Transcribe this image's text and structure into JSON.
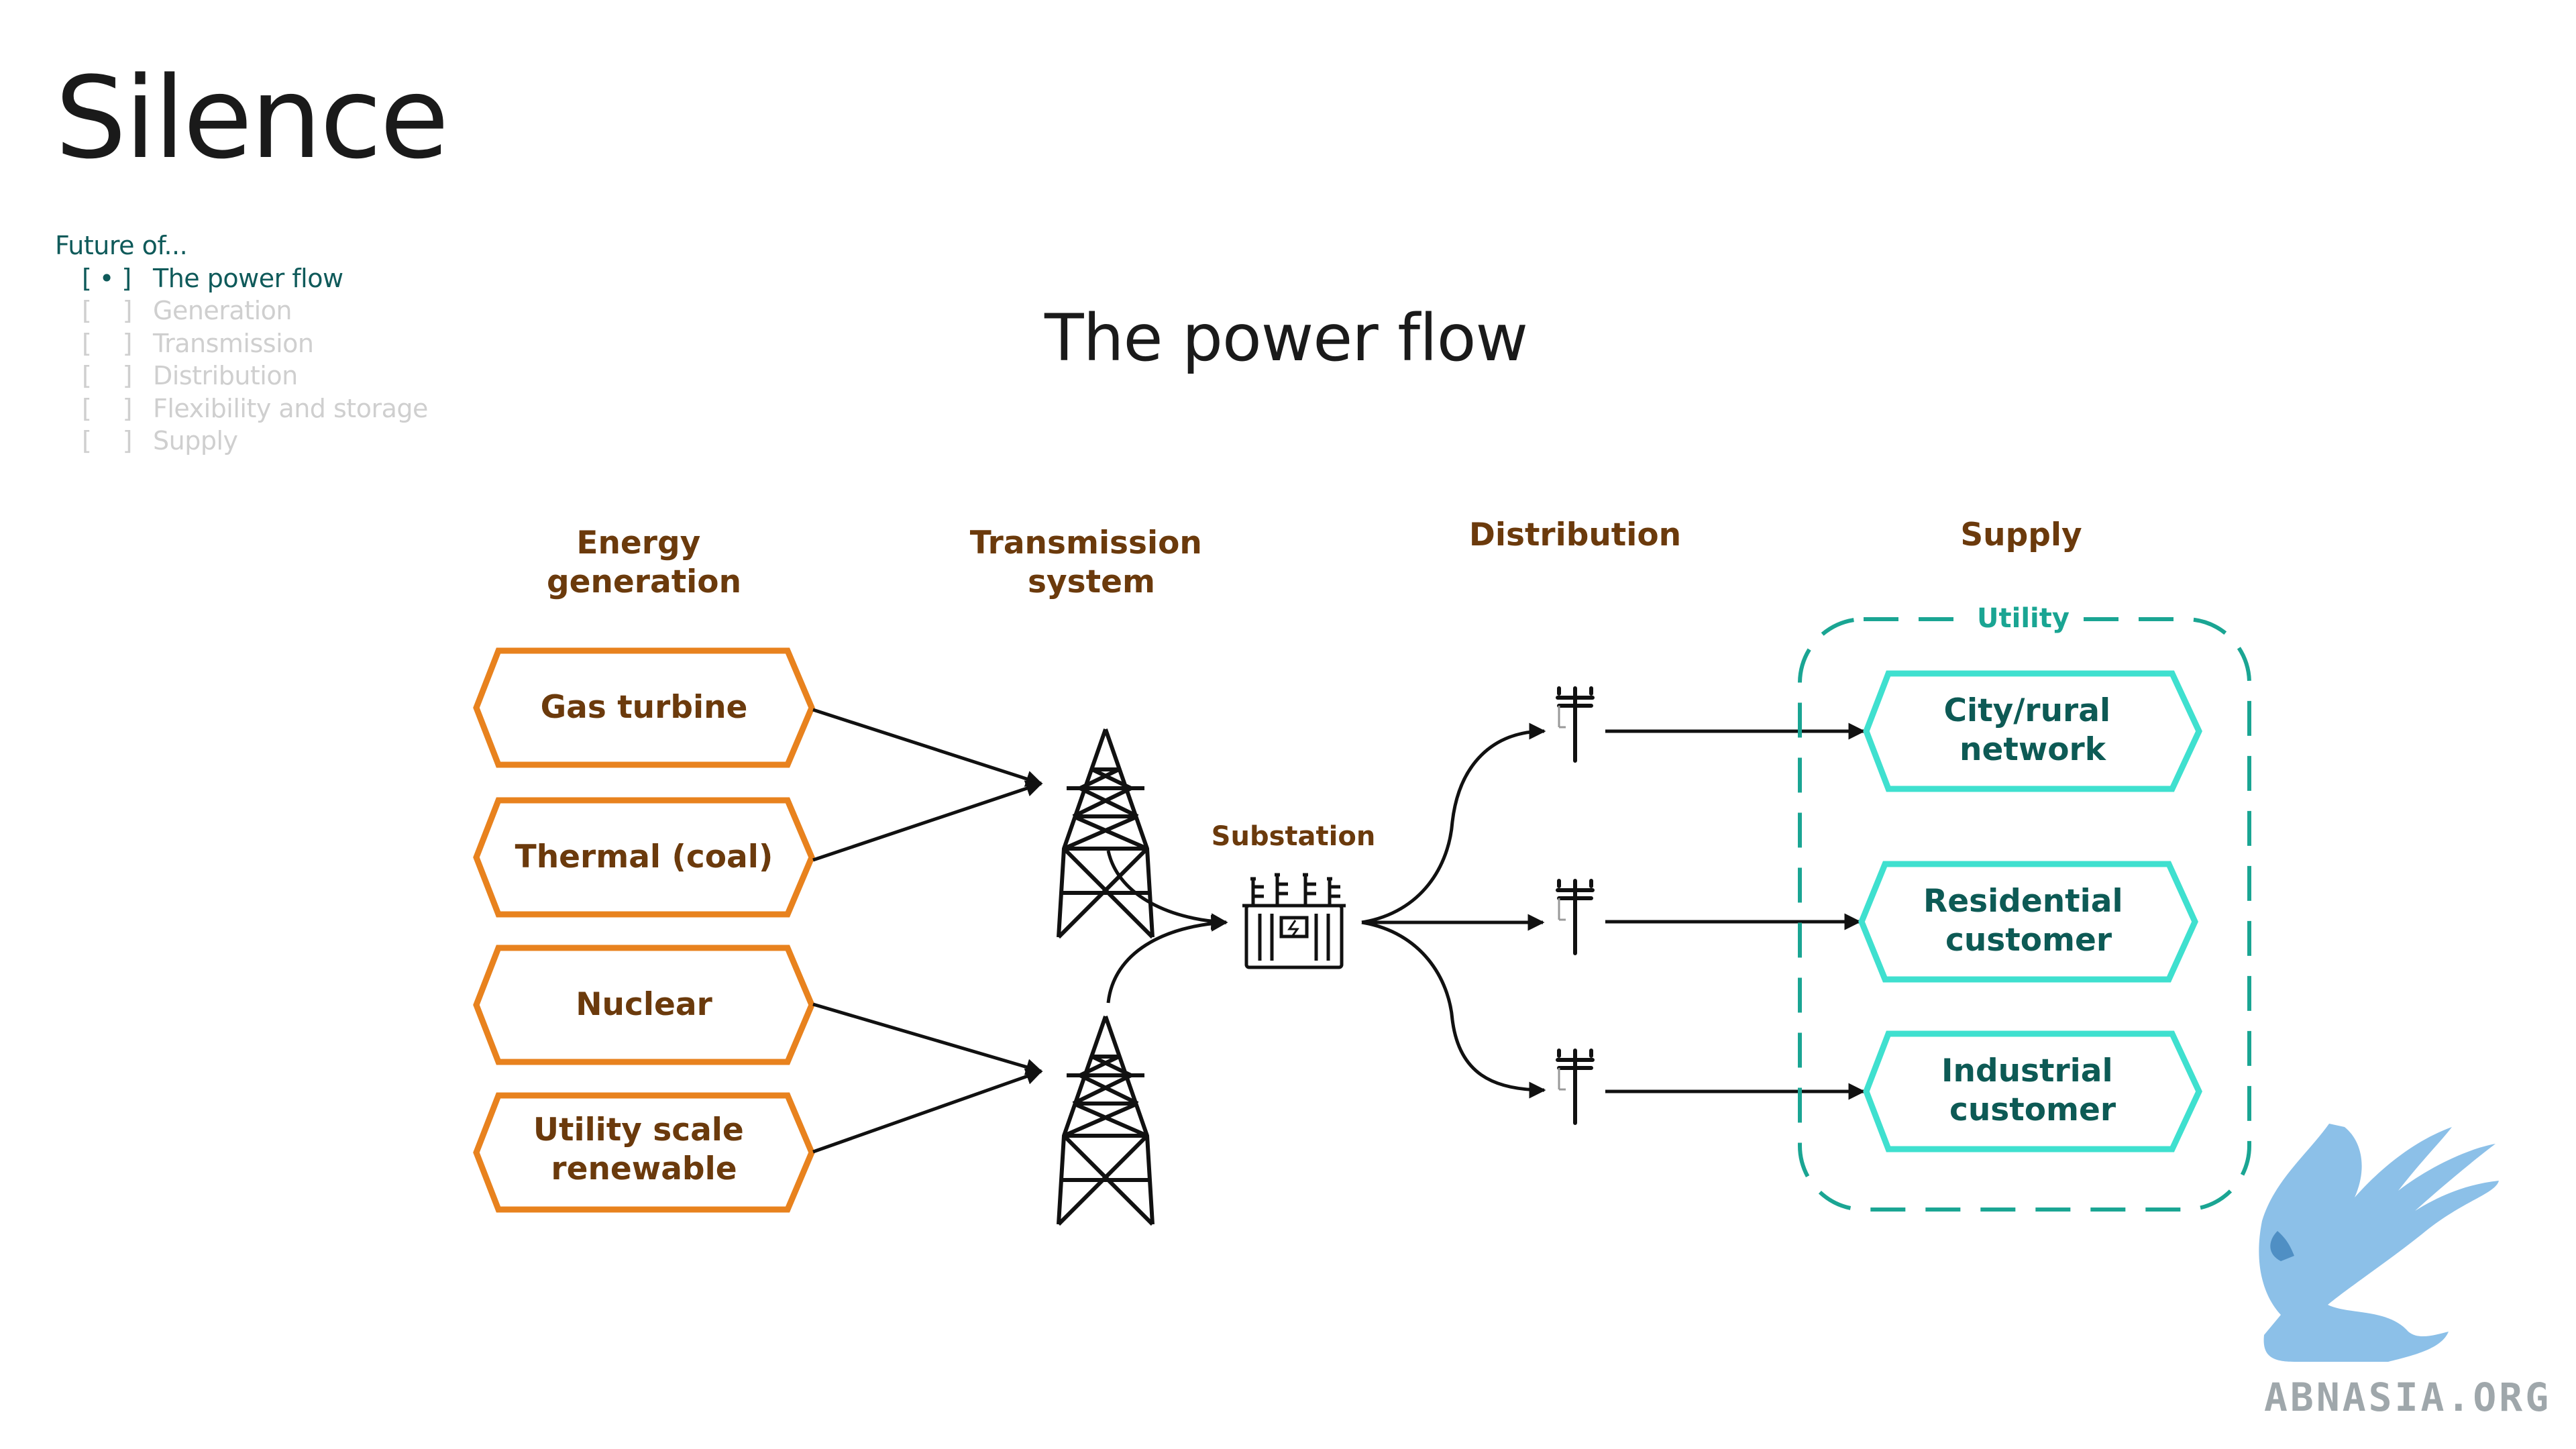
{
  "header": {
    "brand": "Silence"
  },
  "nav": {
    "intro": "Future of...",
    "items": [
      {
        "mark": "[ • ]",
        "label": "The power flow",
        "active": true
      },
      {
        "mark": "[    ]",
        "label": "Generation",
        "active": false
      },
      {
        "mark": "[    ]",
        "label": "Transmission",
        "active": false
      },
      {
        "mark": "[    ]",
        "label": "Distribution",
        "active": false
      },
      {
        "mark": "[    ]",
        "label": "Flexibility and storage",
        "active": false
      },
      {
        "mark": "[    ]",
        "label": "Supply",
        "active": false
      }
    ]
  },
  "slide": {
    "title": "The power flow"
  },
  "diagram": {
    "columns": {
      "generation": [
        "Energy",
        "generation"
      ],
      "transmission": [
        "Transmission",
        "system"
      ],
      "distribution": "Distribution",
      "supply": "Supply"
    },
    "generation_nodes": [
      [
        "Gas turbine"
      ],
      [
        "Thermal (coal)"
      ],
      [
        "Nuclear"
      ],
      [
        "Utility scale",
        "renewable"
      ]
    ],
    "substation_label": "Substation",
    "utility_label": "Utility",
    "supply_nodes": [
      [
        "City/rural",
        "network"
      ],
      [
        "Residential",
        "customer"
      ],
      [
        "Industrial",
        "customer"
      ]
    ],
    "watermark": "ABNASIA.ORG"
  },
  "colors": {
    "generation": "#e8821e",
    "generation_text": "#6b3a0c",
    "supply": "#3fe0cf",
    "supply_text": "#0d5a55",
    "utility": "#1aa593",
    "watermark": "#7fb9e6"
  }
}
